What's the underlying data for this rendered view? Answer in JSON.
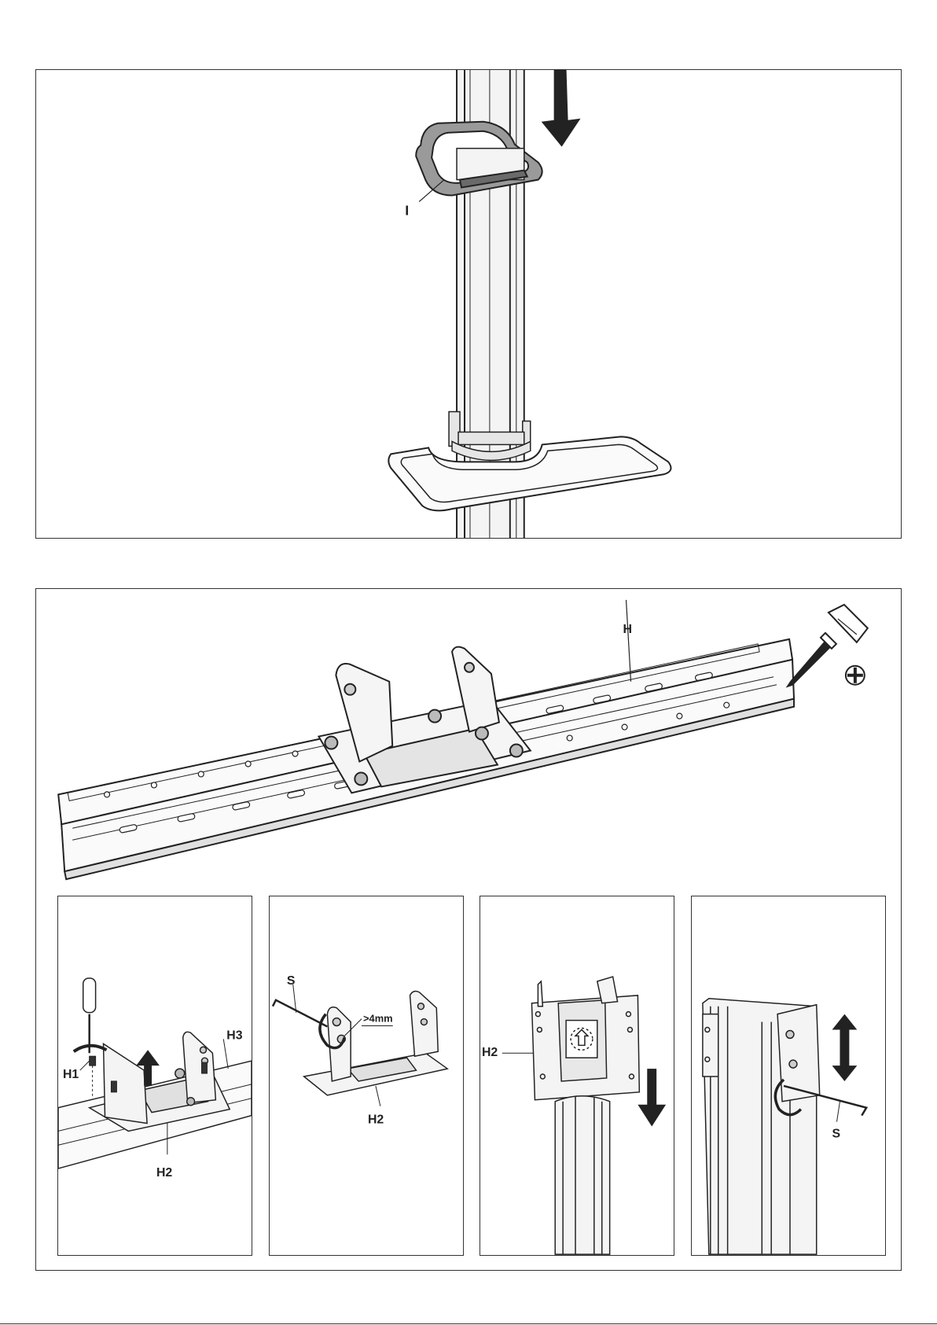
{
  "step1": {
    "labels": {
      "collar": "I"
    }
  },
  "step2": {
    "labels": {
      "bracket": "H"
    },
    "tool": {
      "icon": "phillips-screwdriver-icon"
    },
    "sub1": {
      "screw": "H1",
      "rail": "H3",
      "plate": "H2"
    },
    "sub2": {
      "wrench": "S",
      "gap": ">4mm",
      "plate": "H2"
    },
    "sub3": {
      "plate": "H2"
    },
    "sub4": {
      "wrench": "S"
    }
  },
  "colors": {
    "line": "#222222",
    "fill_light": "#f2f2f2",
    "fill_mid": "#d9d9d9",
    "fill_dark": "#555555"
  }
}
